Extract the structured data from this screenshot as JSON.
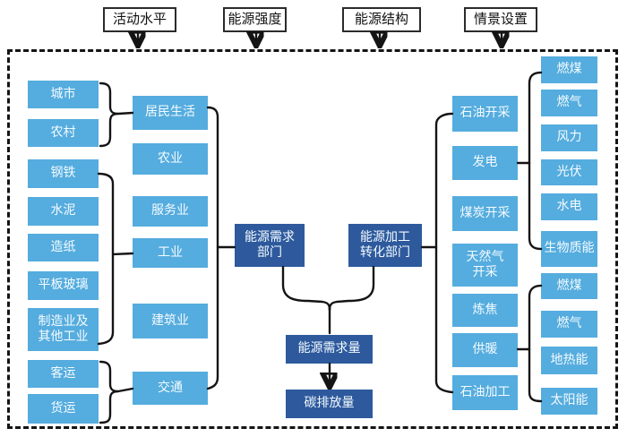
{
  "colors": {
    "light_blue": "#55ACDE",
    "dark_blue": "#2E5A9D",
    "line": "#141414",
    "box_text": "#F4FBFF",
    "top_text": "#111111"
  },
  "top_labels": [
    "活动水平",
    "能源强度",
    "能源结构",
    "情景设置"
  ],
  "residential_subs": [
    "城市",
    "农村"
  ],
  "industry_subs": [
    "钢铁",
    "水泥",
    "造纸",
    "平板玻璃",
    "制造业及\n其他工业"
  ],
  "transport_subs": [
    "客运",
    "货运"
  ],
  "demand_sectors": [
    "居民生活",
    "农业",
    "服务业",
    "工业",
    "建筑业",
    "交通"
  ],
  "hubs": {
    "demand": "能源需求\n部门",
    "transform": "能源加工\n转化部门",
    "total": "能源需求量",
    "carbon": "碳排放量"
  },
  "transform_sectors": [
    "石油开采",
    "发电",
    "煤炭开采",
    "天然气\n开采",
    "炼焦",
    "供暖",
    "石油加工"
  ],
  "power_fuels": [
    "燃煤",
    "燃气",
    "风力",
    "光伏",
    "水电",
    "生物质能"
  ],
  "heating_fuels": [
    "燃煤",
    "燃气",
    "地热能",
    "太阳能"
  ]
}
